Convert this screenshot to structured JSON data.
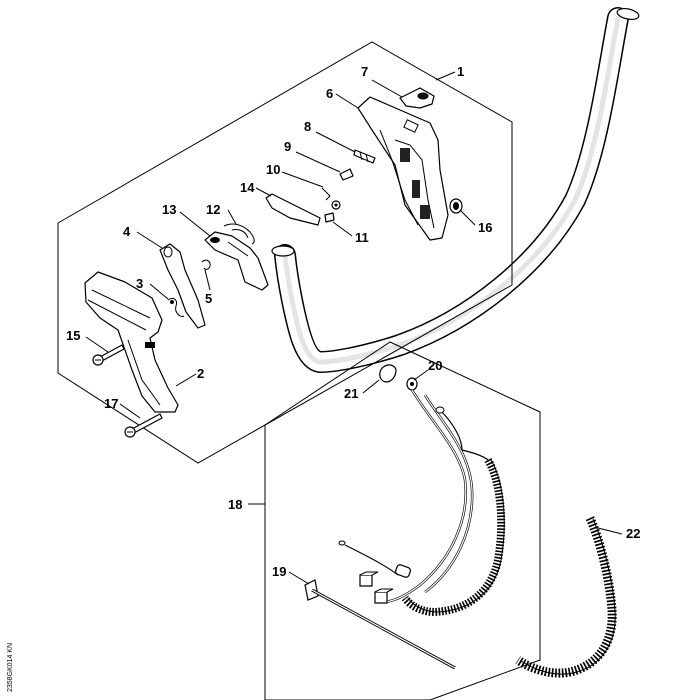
{
  "diagram": {
    "callouts": [
      {
        "id": "1",
        "label": "1"
      },
      {
        "id": "2",
        "label": "2"
      },
      {
        "id": "3",
        "label": "3"
      },
      {
        "id": "4",
        "label": "4"
      },
      {
        "id": "5",
        "label": "5"
      },
      {
        "id": "6",
        "label": "6"
      },
      {
        "id": "7",
        "label": "7"
      },
      {
        "id": "8",
        "label": "8"
      },
      {
        "id": "9",
        "label": "9"
      },
      {
        "id": "10",
        "label": "10"
      },
      {
        "id": "11",
        "label": "11"
      },
      {
        "id": "12",
        "label": "12"
      },
      {
        "id": "13",
        "label": "13"
      },
      {
        "id": "14",
        "label": "14"
      },
      {
        "id": "15",
        "label": "15"
      },
      {
        "id": "16",
        "label": "16"
      },
      {
        "id": "17",
        "label": "17"
      },
      {
        "id": "18",
        "label": "18"
      },
      {
        "id": "19",
        "label": "19"
      },
      {
        "id": "20",
        "label": "20"
      },
      {
        "id": "21",
        "label": "21"
      },
      {
        "id": "22",
        "label": "22"
      }
    ],
    "drawing_code": "2358GK014 KN"
  }
}
